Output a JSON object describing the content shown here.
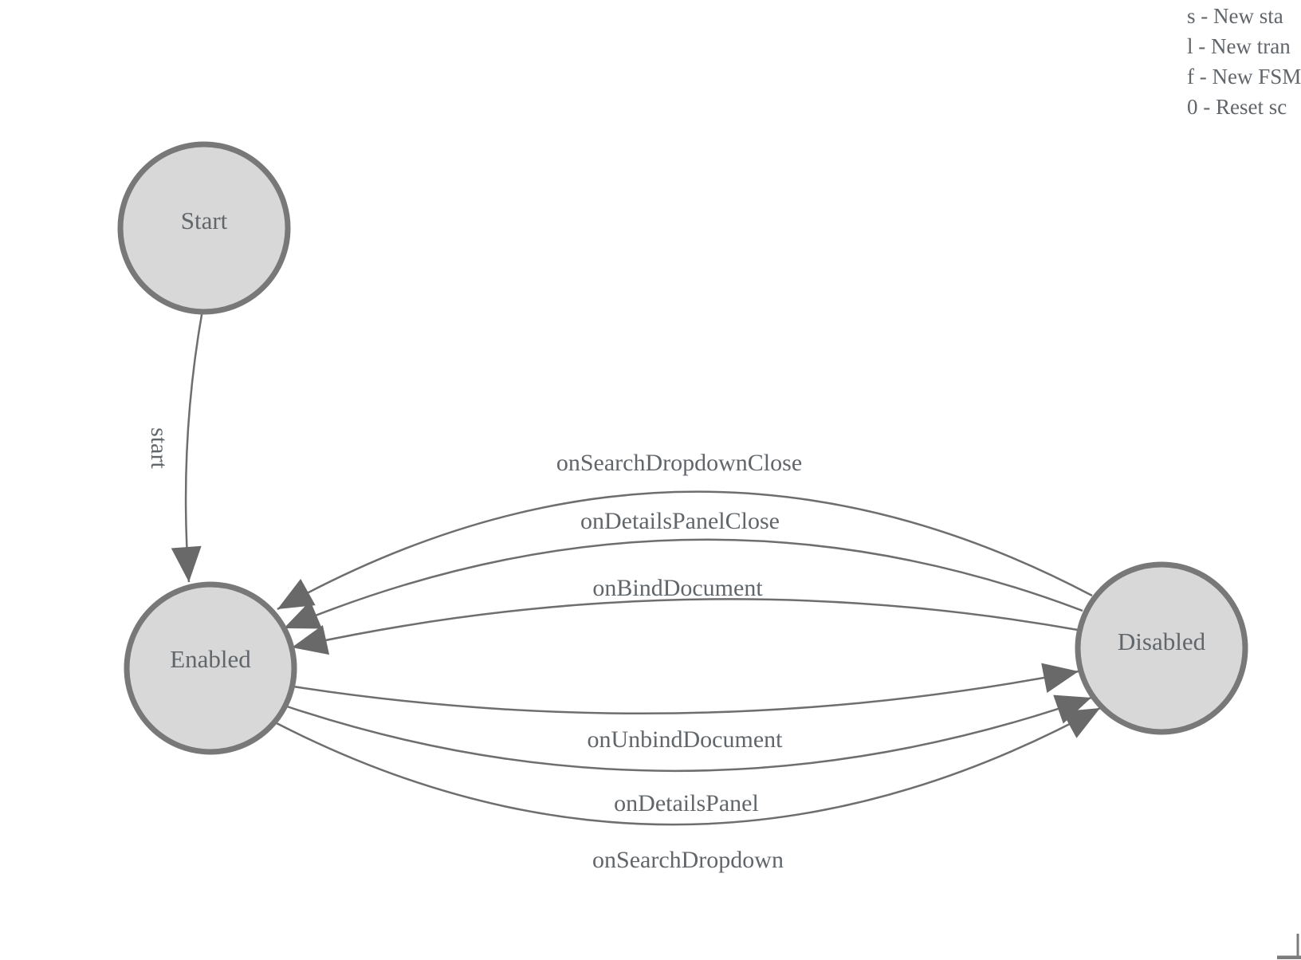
{
  "legend": {
    "lines": [
      "s - New sta",
      "l - New tran",
      "f - New FSM",
      "0 - Reset sc"
    ]
  },
  "diagram": {
    "states": [
      {
        "label": "Start"
      },
      {
        "label": "Enabled"
      },
      {
        "label": "Disabled"
      }
    ],
    "transitions": [
      {
        "label": "start",
        "from": "Start",
        "to": "Enabled"
      },
      {
        "label": "onSearchDropdownClose",
        "from": "Disabled",
        "to": "Enabled"
      },
      {
        "label": "onDetailsPanelClose",
        "from": "Disabled",
        "to": "Enabled"
      },
      {
        "label": "onBindDocument",
        "from": "Disabled",
        "to": "Enabled"
      },
      {
        "label": "onUnbindDocument",
        "from": "Enabled",
        "to": "Disabled"
      },
      {
        "label": "onDetailsPanel",
        "from": "Enabled",
        "to": "Disabled"
      },
      {
        "label": "onSearchDropdown",
        "from": "Enabled",
        "to": "Disabled"
      }
    ]
  },
  "colors": {
    "background": "#ffffff",
    "node_fill": "#d8d8d8",
    "node_border": "#787878",
    "edge": "#6e6e6e",
    "arrowhead": "#696969",
    "text": "#61666b"
  }
}
